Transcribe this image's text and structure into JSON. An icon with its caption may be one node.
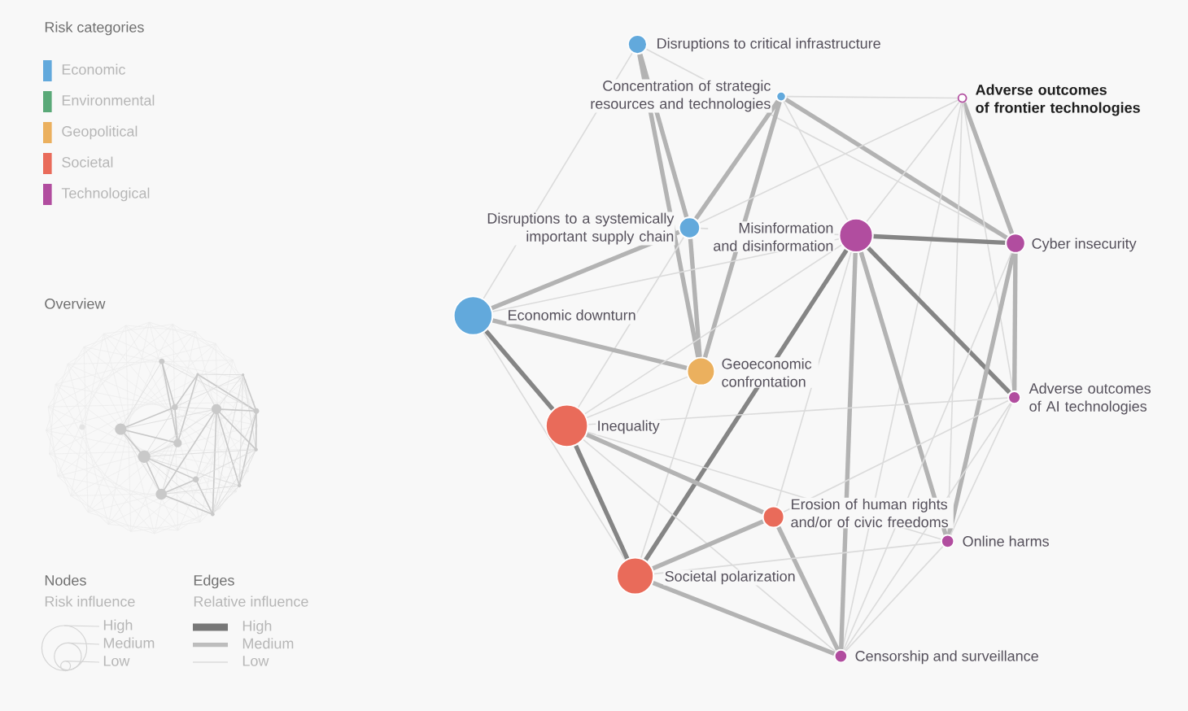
{
  "diagram": {
    "nodes": [
      {
        "text": [],
        "shape": "circle",
        "beside": [
          "Disruptions to critical infrastructure"
        ]
      },
      {
        "text": [],
        "shape": "circle",
        "beside": [
          "Concentration of strategic resources and technologies"
        ]
      },
      {
        "text": [],
        "shape": "circle",
        "beside": [
          "Adverse outcomes of frontier technologies"
        ]
      },
      {
        "text": [],
        "shape": "circle",
        "beside": [
          "Disruptions to a systemically important supply chain"
        ]
      },
      {
        "text": [],
        "shape": "circle",
        "beside": [
          "Misinformation and disinformation"
        ]
      },
      {
        "text": [],
        "shape": "circle",
        "beside": [
          "Cyber insecurity"
        ]
      },
      {
        "text": [],
        "shape": "circle",
        "beside": [
          "Economic downturn"
        ]
      },
      {
        "text": [],
        "shape": "circle",
        "beside": [
          "Geoeconomic confrontation"
        ]
      },
      {
        "text": [],
        "shape": "circle",
        "beside": [
          "Adverse outcomes of AI technologies"
        ]
      },
      {
        "text": [],
        "shape": "circle",
        "beside": [
          "Inequality"
        ]
      },
      {
        "text": [],
        "shape": "circle",
        "beside": [
          "Erosion of human rights and/or of civic freedoms"
        ]
      },
      {
        "text": [],
        "shape": "circle",
        "beside": [
          "Online harms"
        ]
      },
      {
        "text": [],
        "shape": "circle",
        "beside": [
          "Societal polarization"
        ]
      },
      {
        "text": [],
        "shape": "circle",
        "beside": [
          "Censorship and surveillance"
        ]
      }
    ],
    "edges": [
      {
        "from": 0,
        "to": 3,
        "arrow": "none",
        "style": "thick",
        "color": "#b3b3b3"
      },
      {
        "from": 0,
        "to": 7,
        "arrow": "none",
        "style": "thick",
        "color": "#b3b3b3"
      },
      {
        "from": 0,
        "to": 5,
        "arrow": "none"
      },
      {
        "from": 1,
        "to": 3,
        "arrow": "none",
        "style": "thick",
        "color": "#b3b3b3"
      },
      {
        "from": 1,
        "to": 7,
        "arrow": "none",
        "style": "thick",
        "color": "#b3b3b3"
      },
      {
        "from": 1,
        "to": 5,
        "arrow": "none",
        "style": "thick",
        "color": "#b3b3b3"
      },
      {
        "from": 1,
        "to": 4,
        "arrow": "none"
      },
      {
        "from": 2,
        "to": 1,
        "arrow": "none"
      },
      {
        "from": 2,
        "to": 5,
        "arrow": "none",
        "style": "thick",
        "color": "#b3b3b3"
      },
      {
        "from": 2,
        "to": 4,
        "arrow": "none"
      },
      {
        "from": 2,
        "to": 3,
        "arrow": "none"
      },
      {
        "from": 2,
        "to": 8,
        "arrow": "none"
      },
      {
        "from": 2,
        "to": 11,
        "arrow": "none"
      },
      {
        "from": 2,
        "to": 13,
        "arrow": "none"
      },
      {
        "from": 3,
        "to": 6,
        "arrow": "none",
        "style": "thick",
        "color": "#b3b3b3"
      },
      {
        "from": 3,
        "to": 7,
        "arrow": "none",
        "style": "thick",
        "color": "#b3b3b3"
      },
      {
        "from": 3,
        "to": 9,
        "arrow": "none"
      },
      {
        "from": 3,
        "to": 4,
        "arrow": "none"
      },
      {
        "from": 4,
        "to": 5,
        "arrow": "none",
        "style": "thick",
        "color": "#858585"
      },
      {
        "from": 4,
        "to": 8,
        "arrow": "none",
        "style": "thick",
        "color": "#858585"
      },
      {
        "from": 4,
        "to": 12,
        "arrow": "none",
        "style": "thick",
        "color": "#858585"
      },
      {
        "from": 4,
        "to": 13,
        "arrow": "none",
        "style": "thick",
        "color": "#b3b3b3"
      },
      {
        "from": 4,
        "to": 11,
        "arrow": "none",
        "style": "thick",
        "color": "#b3b3b3"
      },
      {
        "from": 4,
        "to": 10,
        "arrow": "none"
      },
      {
        "from": 5,
        "to": 8,
        "arrow": "none",
        "style": "thick",
        "color": "#b3b3b3"
      },
      {
        "from": 5,
        "to": 11,
        "arrow": "none",
        "style": "thick",
        "color": "#b3b3b3"
      },
      {
        "from": 5,
        "to": 13,
        "arrow": "none"
      },
      {
        "from": 6,
        "to": 0,
        "arrow": "none"
      },
      {
        "from": 6,
        "to": 7,
        "arrow": "none",
        "style": "thick",
        "color": "#b3b3b3"
      },
      {
        "from": 6,
        "to": 9,
        "arrow": "none",
        "style": "thick",
        "color": "#858585"
      },
      {
        "from": 6,
        "to": 12,
        "arrow": "none"
      },
      {
        "from": 6,
        "to": 4,
        "arrow": "none"
      },
      {
        "from": 7,
        "to": 9,
        "arrow": "none"
      },
      {
        "from": 7,
        "to": 12,
        "arrow": "none"
      },
      {
        "from": 8,
        "to": 11,
        "arrow": "none"
      },
      {
        "from": 8,
        "to": 13,
        "arrow": "none"
      },
      {
        "from": 9,
        "to": 12,
        "arrow": "none",
        "style": "thick",
        "color": "#858585"
      },
      {
        "from": 9,
        "to": 10,
        "arrow": "none",
        "style": "thick",
        "color": "#b3b3b3"
      },
      {
        "from": 9,
        "to": 8,
        "arrow": "none"
      },
      {
        "from": 9,
        "to": 13,
        "arrow": "none"
      },
      {
        "from": 9,
        "to": 4,
        "arrow": "none"
      },
      {
        "from": 9,
        "to": 11,
        "arrow": "none"
      },
      {
        "from": 10,
        "to": 12,
        "arrow": "none",
        "style": "thick",
        "color": "#b3b3b3"
      },
      {
        "from": 10,
        "to": 13,
        "arrow": "none",
        "style": "thick",
        "color": "#b3b3b3"
      },
      {
        "from": 10,
        "to": 8,
        "arrow": "none"
      },
      {
        "from": 11,
        "to": 12,
        "arrow": "none"
      },
      {
        "from": 11,
        "to": 13,
        "arrow": "none"
      },
      {
        "from": 12,
        "to": 13,
        "arrow": "none",
        "style": "thick",
        "color": "#b3b3b3"
      }
    ],
    "labels": [
      "Risk categories",
      "Overview",
      "Nodes",
      "Risk influence",
      "Edges",
      "Relative influence"
    ],
    "legend": [
      {
        "text": "Economic",
        "color": "#62a9dc"
      },
      {
        "text": "Environmental",
        "color": "#5aa978"
      },
      {
        "text": "Geopolitical",
        "color": "#ebb05e"
      },
      {
        "text": "Societal",
        "color": "#e96b5a"
      },
      {
        "text": "Technological",
        "color": "#b14d9f"
      },
      {
        "text": "High"
      },
      {
        "text": "Medium"
      },
      {
        "text": "Low"
      },
      {
        "text": "High"
      },
      {
        "text": "Medium"
      },
      {
        "text": "Low"
      }
    ]
  }
}
